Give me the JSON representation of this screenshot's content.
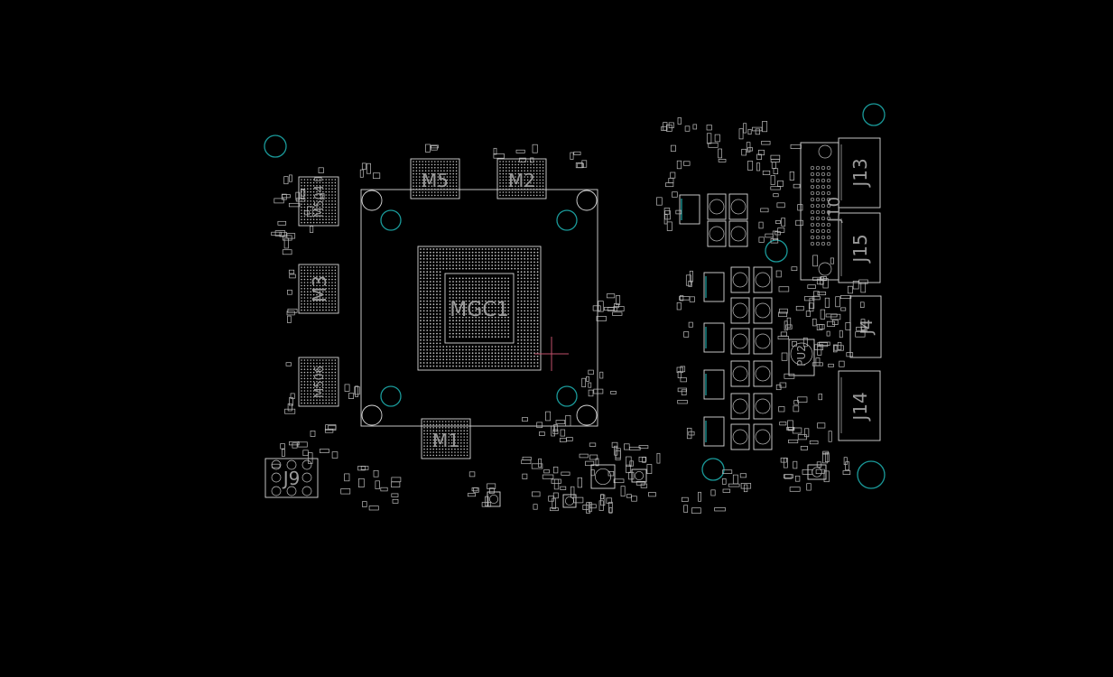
{
  "board": {
    "background": "#000000",
    "outline_color": "#d8d8d8",
    "mount_hole_color": "#1a9a9a",
    "label_color": "#9a9a9a",
    "cursor_color": "#c0506a"
  },
  "labels": {
    "gpu": "MGC1",
    "mem_m5": "M5",
    "mem_m2": "M2",
    "mem_m1": "M1",
    "mem_m3": "M3",
    "mem_m504": "M504",
    "mem_m506": "M506",
    "conn_j9": "J9",
    "conn_j13": "J13",
    "conn_j15": "J15",
    "conn_j10": "J10",
    "conn_j4": "J4",
    "conn_j14": "J14",
    "ic_pu2": "PU2"
  }
}
